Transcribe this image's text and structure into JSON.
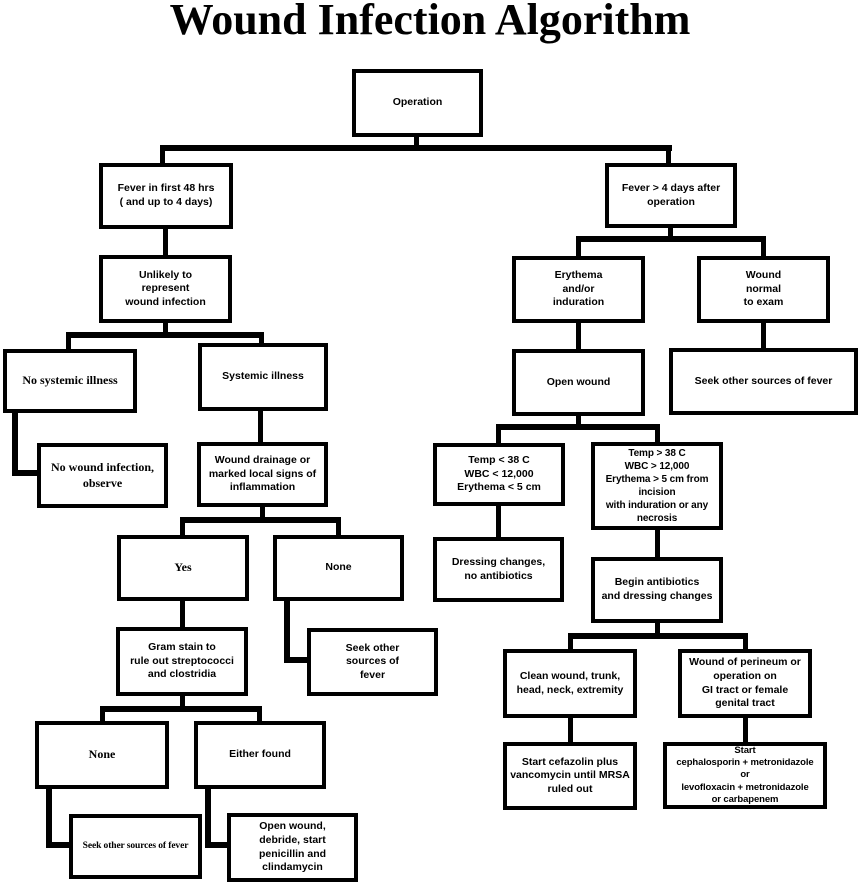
{
  "title": "Wound Infection Algorithm",
  "colors": {
    "line": "#000000",
    "background": "#ffffff",
    "text": "#000000"
  },
  "nodes": {
    "operation": {
      "label": "Operation"
    },
    "fever_48": {
      "label": "Fever in first 48 hrs\n( and up to 4 days)"
    },
    "unlikely": {
      "label": "Unlikely to\nrepresent\nwound infection"
    },
    "no_systemic": {
      "label": "No systemic illness"
    },
    "systemic": {
      "label": "Systemic illness"
    },
    "no_wound_infection": {
      "label": "No wound infection,\nobserve"
    },
    "wound_drainage": {
      "label": "Wound drainage or\nmarked local signs of\ninflammation"
    },
    "yes": {
      "label": "Yes"
    },
    "none_mid": {
      "label": "None"
    },
    "gram_stain": {
      "label": "Gram stain to\nrule out streptococci\nand clostridia"
    },
    "seek_fever_mid": {
      "label": "Seek other\nsources of\nfever"
    },
    "none_bottom": {
      "label": "None"
    },
    "either_found": {
      "label": "Either found"
    },
    "seek_fever_bottom": {
      "label": "Seek other sources of fever"
    },
    "open_debride": {
      "label": "Open wound,\ndebride, start\npenicillin and\nclindamycin"
    },
    "fever_4days": {
      "label": "Fever > 4 days after\noperation"
    },
    "erythema": {
      "label": "Erythema\nand/or\ninduration"
    },
    "wound_normal": {
      "label": "Wound\nnormal\nto exam"
    },
    "open_wound": {
      "label": "Open wound"
    },
    "seek_fever_right": {
      "label": "Seek other sources of fever"
    },
    "temp_low": {
      "label": "Temp < 38 C\nWBC < 12,000\nErythema < 5 cm"
    },
    "temp_high": {
      "label": "Temp > 38 C\nWBC > 12,000\nErythema > 5 cm from\nincision\nwith induration or any\nnecrosis"
    },
    "dressing": {
      "label": "Dressing changes,\nno antibiotics"
    },
    "begin_abx": {
      "label": "Begin antibiotics\nand dressing changes"
    },
    "clean_wound": {
      "label": "Clean wound, trunk,\nhead, neck, extremity"
    },
    "perineum": {
      "label": "Wound of perineum or\noperation on\nGI tract or female\ngenital tract"
    },
    "cefazolin": {
      "label": "Start cefazolin plus\nvancomycin until MRSA\nruled out"
    },
    "cephalosporin": {
      "label": "Start\ncephalosporin + metronidazole\nor\nlevofloxacin + metronidazole\nor carbapenem"
    }
  }
}
